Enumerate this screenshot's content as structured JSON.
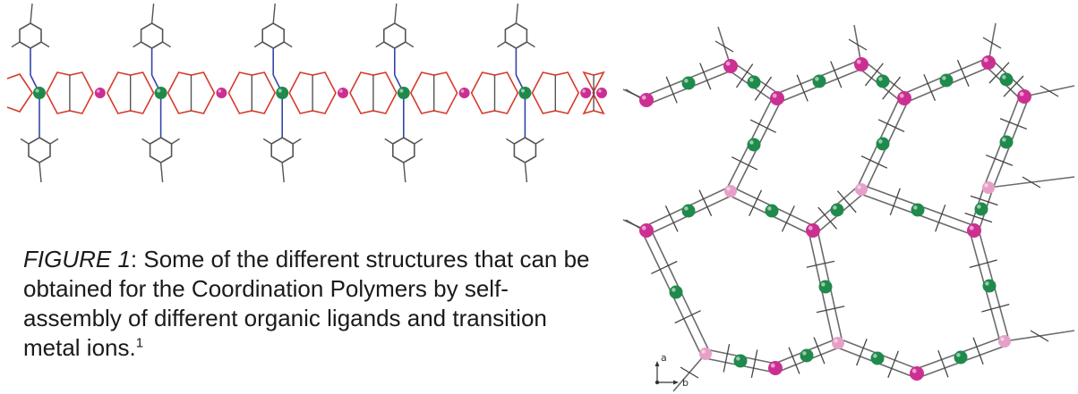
{
  "caption": {
    "figure_label": "FIGURE 1",
    "separator": ": ",
    "text": "Some of the different structures that can be obtained for the Coordination Polymers by self-assembly of different organic ligands and transition metal ions.",
    "reference": "1"
  },
  "network": {
    "axis_a": "a",
    "axis_b": "b"
  },
  "colors": {
    "metal_green": "#1f8a4c",
    "metal_magenta": "#cc2f92",
    "metal_pink": "#e6a0c8",
    "bond_red": "#d63a2a",
    "bond_blue": "#3344aa",
    "ligand_gray": "#555555"
  }
}
